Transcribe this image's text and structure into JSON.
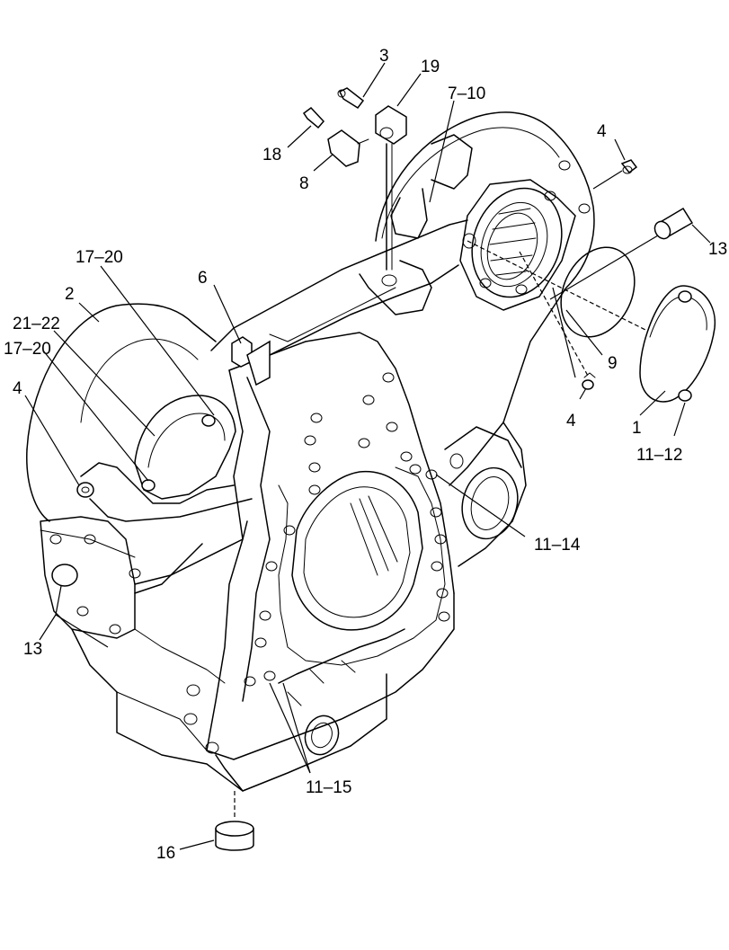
{
  "callouts": [
    {
      "id": "c1",
      "text": "3"
    },
    {
      "id": "c2",
      "text": "19"
    },
    {
      "id": "c3",
      "text": "7–10"
    },
    {
      "id": "c4",
      "text": "18"
    },
    {
      "id": "c5",
      "text": "8"
    },
    {
      "id": "c6",
      "text": "4"
    },
    {
      "id": "c7",
      "text": "13"
    },
    {
      "id": "c8",
      "text": "17–20"
    },
    {
      "id": "c9",
      "text": "2"
    },
    {
      "id": "c10",
      "text": "6"
    },
    {
      "id": "c11",
      "text": "21–22"
    },
    {
      "id": "c12",
      "text": "17–20"
    },
    {
      "id": "c13",
      "text": "9"
    },
    {
      "id": "c14",
      "text": "4"
    },
    {
      "id": "c15",
      "text": "4"
    },
    {
      "id": "c16",
      "text": "1"
    },
    {
      "id": "c17",
      "text": "11–12"
    },
    {
      "id": "c18",
      "text": "11–14"
    },
    {
      "id": "c19",
      "text": "13"
    },
    {
      "id": "c20",
      "text": "11–15"
    },
    {
      "id": "c21",
      "text": "16"
    }
  ]
}
